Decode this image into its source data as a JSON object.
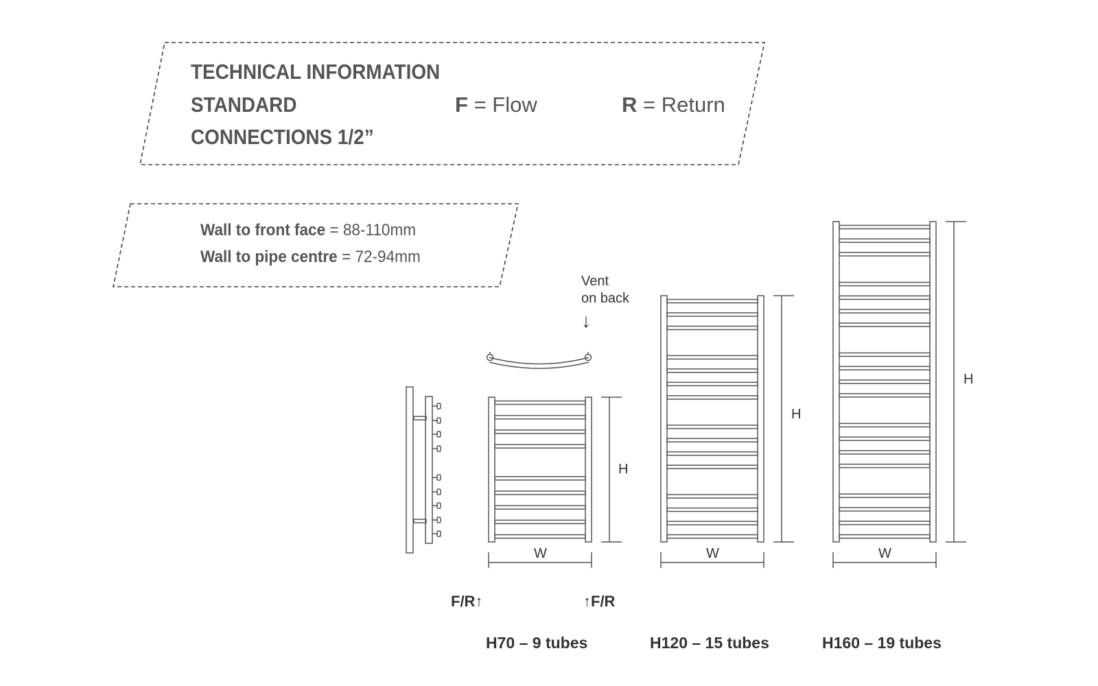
{
  "header": {
    "line1": "TECHNICAL INFORMATION",
    "line2": "STANDARD",
    "line3": "CONNECTIONS 1/2”",
    "flow_key": "F",
    "flow_sep": "=",
    "flow_text": "Flow",
    "return_key": "R",
    "return_sep": "=",
    "return_text": "Return"
  },
  "specs": [
    {
      "label": "Wall to front face",
      "value": "= 88-110mm"
    },
    {
      "label": "Wall to pipe centre",
      "value": "= 72-94mm"
    }
  ],
  "vent": {
    "line1": "Vent",
    "line2": "on back",
    "arrow": "↓"
  },
  "connections": {
    "left": "F/R↑",
    "right": "↑F/R"
  },
  "dimension_labels": {
    "height": "H",
    "width": "W"
  },
  "models": [
    {
      "caption": "H70 – 9 tubes",
      "tubes": 9
    },
    {
      "caption": "H120 – 15 tubes",
      "tubes": 15
    },
    {
      "caption": "H160 – 19 tubes",
      "tubes": 19
    }
  ],
  "colors": {
    "line": "#555555",
    "text_dark": "#333333",
    "text_mid": "#555555"
  }
}
